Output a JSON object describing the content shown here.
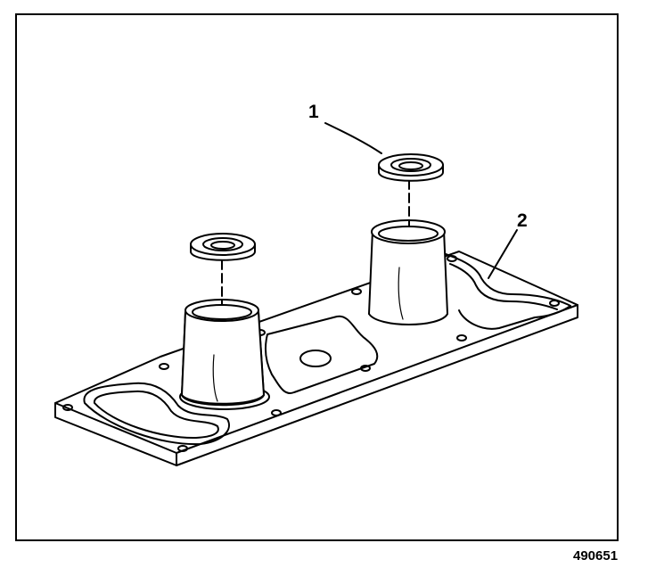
{
  "callouts": {
    "seal": "1",
    "gasket": "2"
  },
  "figure_id": "490651",
  "colors": {
    "ink": "#000000",
    "paper": "#ffffff"
  }
}
